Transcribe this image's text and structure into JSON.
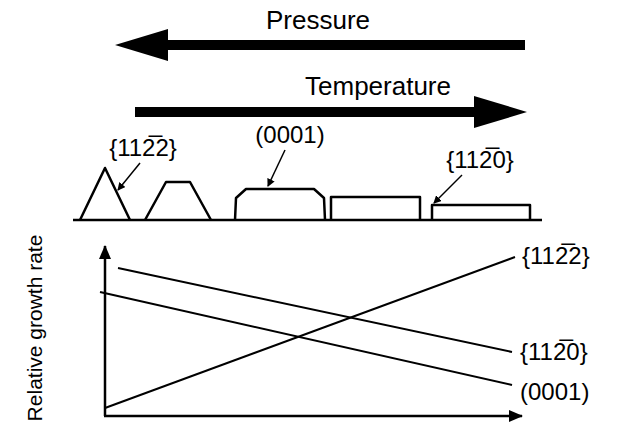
{
  "diagram": {
    "labels": [
      "Pressure",
      "Temperature",
      "{112̅2}",
      "(0001)",
      "{112̅0}",
      "Relative growth rate",
      "{112̅2}",
      "{112̅0}",
      "(0001)"
    ]
  }
}
